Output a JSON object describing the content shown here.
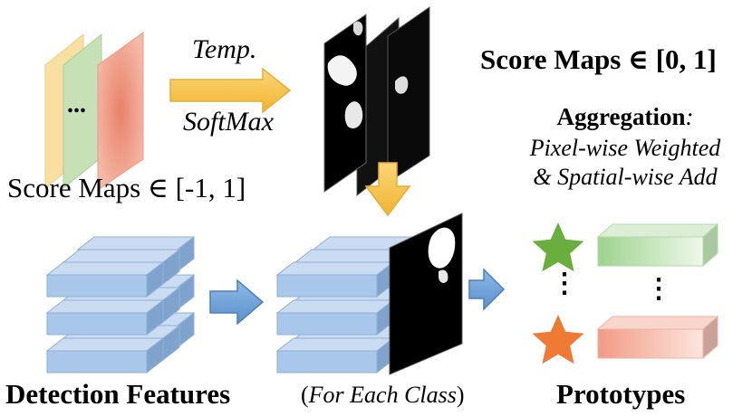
{
  "labels": {
    "temp": "Temp.",
    "softmax": "SoftMax",
    "score_maps_signed": "Score Maps ∈ [-1, 1]",
    "score_maps_unit": "Score Maps ∈ [0, 1]",
    "aggregation_title": "Aggregation",
    "aggregation_colon": ":",
    "aggregation_line1": "Pixel-wise Weighted",
    "aggregation_line2": "& Spatial-wise Add",
    "detection_features": "Detection Features",
    "paren_open": "(",
    "for_each_class": "For Each Class",
    "paren_close": ")",
    "prototypes": "Prototypes",
    "ellipsis_maps": "...",
    "ellipsis_stars": "⋮",
    "ellipsis_bars": "⋮"
  },
  "colors": {
    "arrow_orange": "#F5C242",
    "arrow_blue": "#5B9BD5",
    "cube_front": "#A9C7E8",
    "cube_top": "#C9DCF2",
    "cube_side": "#7FA3CC",
    "map_yellow": "#F7E0A0",
    "map_green": "#C7E1B7",
    "map_red": "#F3A996",
    "star_green": "#6AAF3D",
    "star_orange": "#EE7A34",
    "bar_green": "#BFE2B5",
    "bar_red": "#F4B0A0"
  },
  "icons": [
    "right-arrow-icon",
    "down-arrow-icon",
    "star-icon"
  ]
}
